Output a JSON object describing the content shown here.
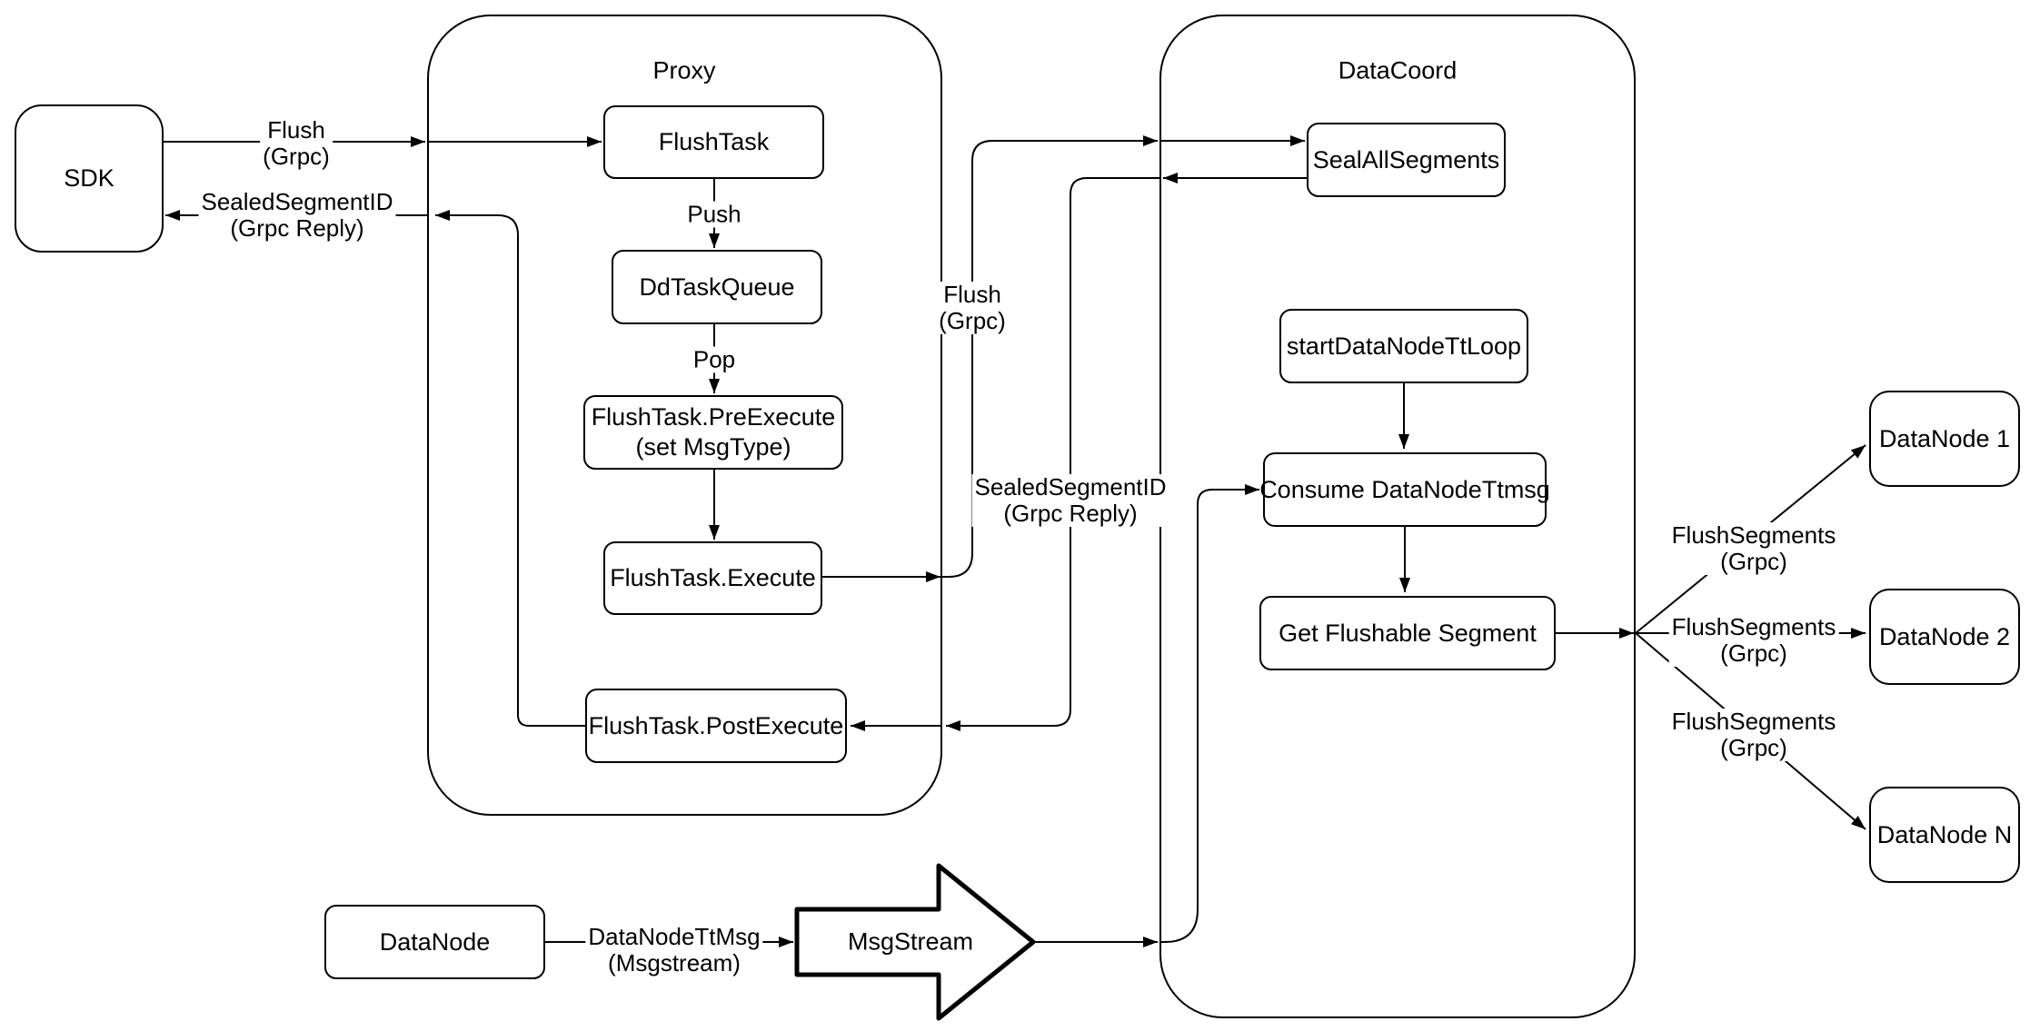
{
  "diagram": {
    "containers": {
      "proxy": {
        "title": "Proxy"
      },
      "datacoord": {
        "title": "DataCoord"
      }
    },
    "nodes": {
      "sdk": {
        "label": "SDK"
      },
      "flush_task": {
        "label": "FlushTask"
      },
      "dd_task_queue": {
        "label": "DdTaskQueue"
      },
      "pre_execute": {
        "line1": "FlushTask.PreExecute",
        "line2": "(set MsgType)"
      },
      "execute": {
        "label": "FlushTask.Execute"
      },
      "post_execute": {
        "label": "FlushTask.PostExecute"
      },
      "seal_all_segments": {
        "label": "SealAllSegments"
      },
      "start_data_node_tt_loop": {
        "label": "startDataNodeTtLoop"
      },
      "consume_data_node_ttmsg": {
        "label": "Consume DataNodeTtmsg"
      },
      "get_flushable_segment": {
        "label": "Get Flushable Segment"
      },
      "data_node_1": {
        "label": "DataNode 1"
      },
      "data_node_2": {
        "label": "DataNode 2"
      },
      "data_node_n": {
        "label": "DataNode N"
      },
      "data_node": {
        "label": "DataNode"
      },
      "msg_stream": {
        "label": "MsgStream"
      }
    },
    "edge_labels": {
      "flush_sdk": {
        "line1": "Flush",
        "line2": "(Grpc)"
      },
      "sealed_sdk": {
        "line1": "SealedSegmentID",
        "line2": "(Grpc Reply)"
      },
      "push": {
        "line1": "Push"
      },
      "pop": {
        "line1": "Pop"
      },
      "flush_mid": {
        "line1": "Flush",
        "line2": "(Grpc)"
      },
      "sealed_mid": {
        "line1": "SealedSegmentID",
        "line2": "(Grpc Reply)"
      },
      "data_node_tt_msg": {
        "line1": "DataNodeTtMsg",
        "line2": "(Msgstream)"
      },
      "flush_segments_1": {
        "line1": "FlushSegments",
        "line2": "(Grpc)"
      },
      "flush_segments_2": {
        "line1": "FlushSegments",
        "line2": "(Grpc)"
      },
      "flush_segments_3": {
        "line1": "FlushSegments",
        "line2": "(Grpc)"
      }
    },
    "colors": {
      "stroke": "#000000",
      "background": "#ffffff"
    }
  }
}
